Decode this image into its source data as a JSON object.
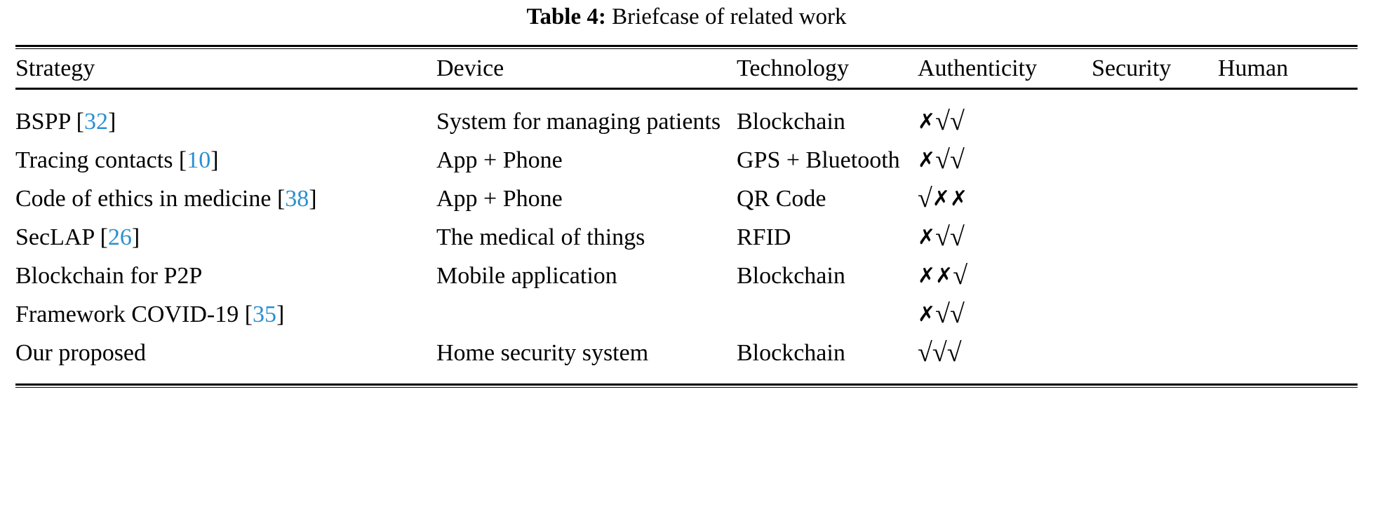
{
  "caption": {
    "label": "Table 4:",
    "text": "Briefcase of related work"
  },
  "colors": {
    "citation": "#2b8fd0",
    "text": "#000000",
    "rule": "#000000"
  },
  "symbols": {
    "check": "√",
    "cross": "✗"
  },
  "table": {
    "columns": [
      {
        "key": "strategy",
        "label": "Strategy"
      },
      {
        "key": "device",
        "label": "Device"
      },
      {
        "key": "technology",
        "label": "Technology"
      },
      {
        "key": "authenticity",
        "label": "Authenticity"
      },
      {
        "key": "security",
        "label": "Security"
      },
      {
        "key": "human",
        "label": "Human"
      }
    ],
    "rows": [
      {
        "strategy_text": "BSPP ",
        "strategy_cite": "32",
        "device": "System for managing patients",
        "technology": "Blockchain",
        "authenticity": "✗",
        "security": "√",
        "human": "√"
      },
      {
        "strategy_text": "Tracing contacts ",
        "strategy_cite": "10",
        "device": "App + Phone",
        "technology": "GPS + Bluetooth",
        "authenticity": "✗",
        "security": "√",
        "human": "√"
      },
      {
        "strategy_text": "Code of ethics in medicine ",
        "strategy_cite": "38",
        "device": "App + Phone",
        "technology": "QR Code",
        "authenticity": "√",
        "security": "✗",
        "human": "✗"
      },
      {
        "strategy_text": "SecLAP ",
        "strategy_cite": "26",
        "device": "The medical of things",
        "technology": "RFID",
        "authenticity": "✗",
        "security": "√",
        "human": "√"
      },
      {
        "strategy_text": "Blockchain for P2P",
        "strategy_cite": "",
        "device": "Mobile application",
        "technology": "Blockchain",
        "authenticity": "✗",
        "security": "✗",
        "human": "√"
      },
      {
        "strategy_text": "Framework COVID-19 ",
        "strategy_cite": "35",
        "device": "",
        "technology": "",
        "authenticity": "✗",
        "security": "√",
        "human": "√"
      },
      {
        "strategy_text": "Our proposed",
        "strategy_cite": "",
        "device": "Home security system",
        "technology": "Blockchain",
        "authenticity": "√",
        "security": "√",
        "human": "√"
      }
    ]
  }
}
